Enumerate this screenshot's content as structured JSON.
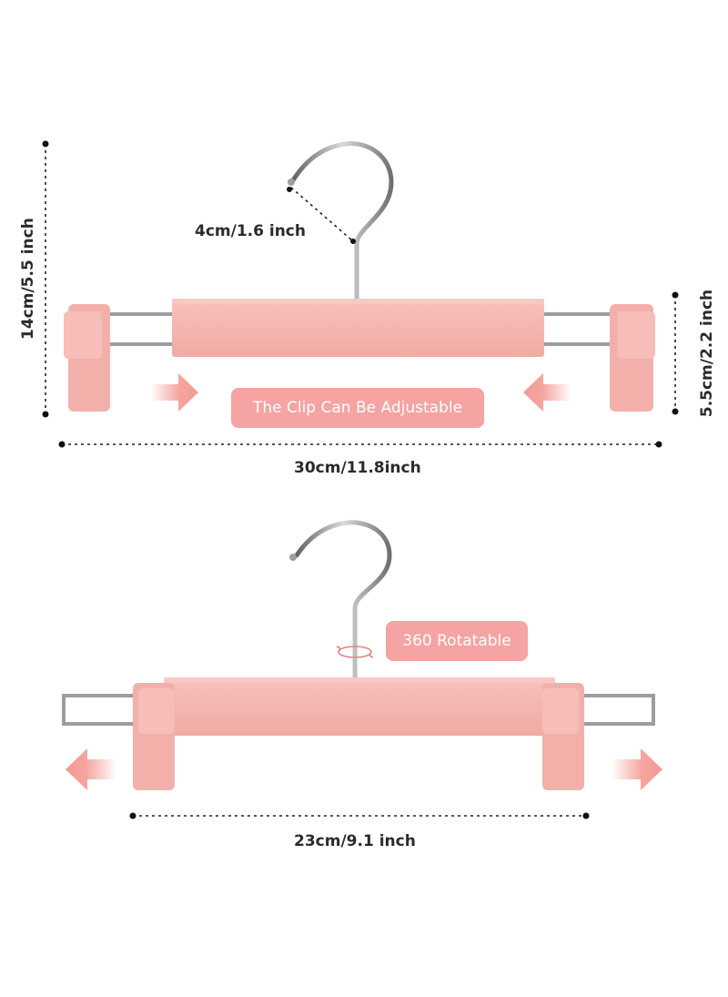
{
  "colors": {
    "hanger_pink": "#f6b8b4",
    "hanger_pink_dark": "#eea29d",
    "arrow_pink": "#f49a94",
    "pill_pink": "#f5a3a3",
    "metal": "#8e9296",
    "text_dark": "#2b2b2b",
    "dimension_line": "#222222"
  },
  "top_hanger": {
    "height_label": "14cm/5.5 inch",
    "hook_label": "4cm/1.6 inch",
    "clip_height_label": "5.5cm/2.2 inch",
    "width_label": "30cm/11.8inch",
    "adjust_badge": "The Clip Can Be Adjustable"
  },
  "bottom_hanger": {
    "rotate_badge": "360 Rotatable",
    "width_label": "23cm/9.1 inch"
  }
}
